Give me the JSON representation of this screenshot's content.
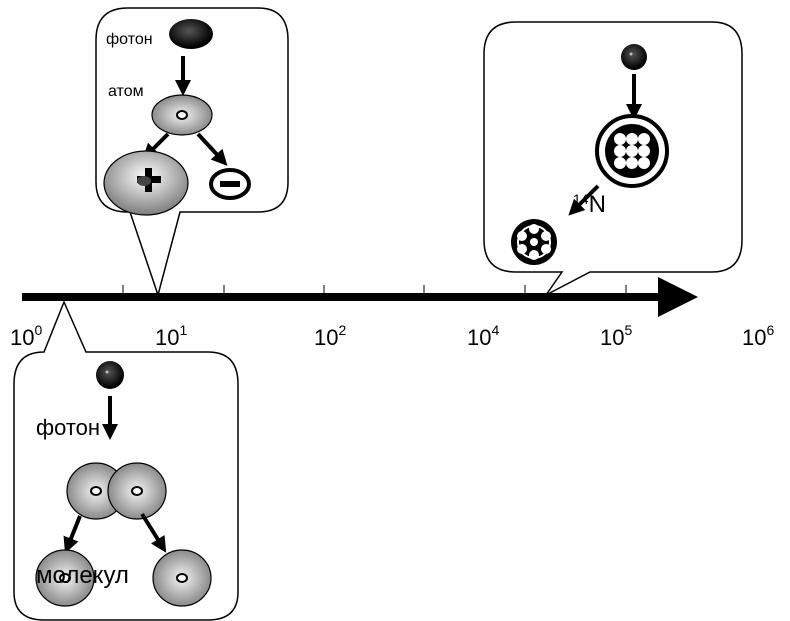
{
  "axis": {
    "ticks": [
      {
        "base": "10",
        "exp": "0"
      },
      {
        "base": "10",
        "exp": "1"
      },
      {
        "base": "10",
        "exp": "2"
      },
      {
        "base": "10",
        "exp": "4"
      },
      {
        "base": "10",
        "exp": "5"
      },
      {
        "base": "10",
        "exp": "6"
      }
    ]
  },
  "callouts": {
    "atom_ionization": {
      "photon_label": "фотон",
      "atom_label": "атом"
    },
    "nuclear": {
      "nucleus_label": "14N",
      "nucleus_label_mass": "14",
      "nucleus_label_symbol": "N"
    },
    "molecule": {
      "photon_label": "фотон",
      "molecule_label": "молекул"
    }
  },
  "icons": [
    "photon-icon",
    "atom-icon",
    "positive-ion-icon",
    "electron-icon",
    "nucleus-icon",
    "molecule-icon",
    "arrow-icon"
  ]
}
